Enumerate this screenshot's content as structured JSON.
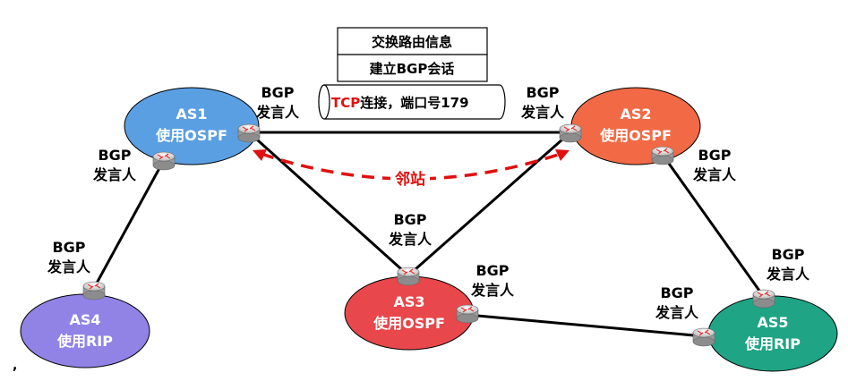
{
  "diagram": {
    "stack": {
      "top": "交换路由信息",
      "middle": "建立BGP会话",
      "bottom_highlight": "TCP",
      "bottom_rest": "连接，端口号179"
    },
    "neighbor_label": "邻站",
    "speaker_label_line1": "BGP",
    "speaker_label_line2": "发言人",
    "as_nodes": [
      {
        "name": "AS1",
        "protocol": "使用OSPF",
        "color": "#5b9fe3"
      },
      {
        "name": "AS2",
        "protocol": "使用OSPF",
        "color": "#f26a45"
      },
      {
        "name": "AS3",
        "protocol": "使用OSPF",
        "color": "#e8474b"
      },
      {
        "name": "AS4",
        "protocol": "使用RIP",
        "color": "#9183e6"
      },
      {
        "name": "AS5",
        "protocol": "使用RIP",
        "color": "#1fa485"
      }
    ],
    "neighbor_color": "#e01010",
    "stray_mark": ","
  }
}
